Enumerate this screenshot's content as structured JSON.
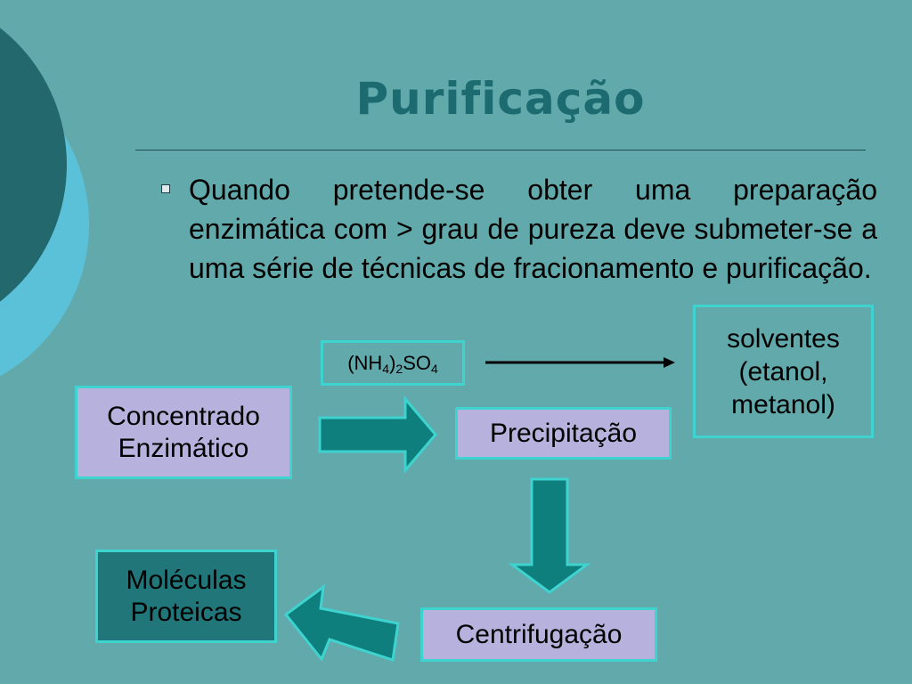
{
  "slide": {
    "title": "Purificação",
    "bullet": "Quando pretende-se obter uma preparação enzimática com > grau de pureza deve submeter-se a uma série de técnicas de fracionamento e purificação."
  },
  "diagram": {
    "concentrado": [
      "Concentrado",
      "Enzimático"
    ],
    "reagent": {
      "part1": "(NH",
      "sub1": "4",
      "part2": ")",
      "sub2": "2",
      "part3": "SO",
      "sub3": "4"
    },
    "precipitacao": "Precipitação",
    "solventes": [
      "solventes",
      "(etanol,",
      "metanol)"
    ],
    "centrifugacao": "Centrifugação",
    "moleculas": [
      "Moléculas",
      "Proteicas"
    ]
  },
  "colors": {
    "background": "#62a9ab",
    "title": "#1c6b70",
    "box_fill": "#b6b2dd",
    "box_border": "#3fd3d0",
    "arrow_fill": "#0e7f7c",
    "dark_box": "#21767a"
  }
}
